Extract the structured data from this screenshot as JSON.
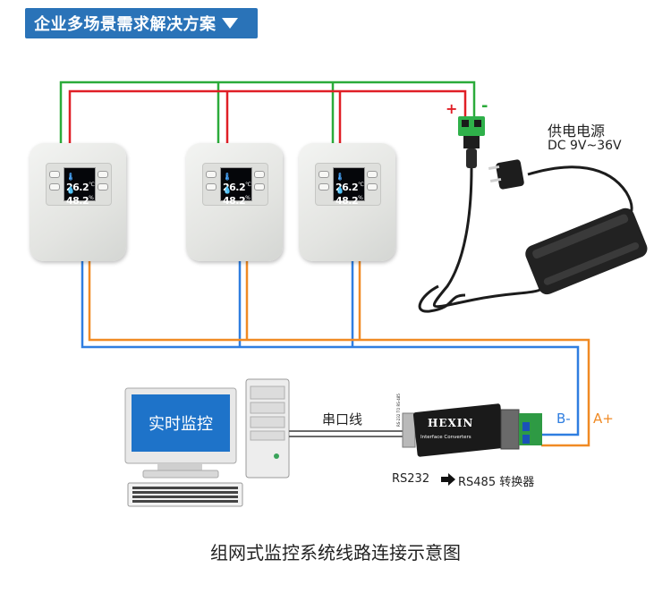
{
  "header": {
    "title": "企业多场景需求解决方案"
  },
  "power": {
    "title": "供电电源",
    "spec": "DC 9V~36V",
    "plus": "+",
    "minus": "-"
  },
  "devices": [
    {
      "temp": "26.2",
      "temp_unit": "℃",
      "humid": "48.2",
      "humid_unit": "%"
    },
    {
      "temp": "26.2",
      "temp_unit": "℃",
      "humid": "48.2",
      "humid_unit": "%"
    },
    {
      "temp": "26.2",
      "temp_unit": "℃",
      "humid": "48.2",
      "humid_unit": "%"
    }
  ],
  "computer": {
    "screen_text": "实时监控"
  },
  "serial_line": "串口线",
  "converter": {
    "brand": "HEXIN",
    "subtitle": "Interface Converters",
    "side_text": "RS-232 TO RS-485",
    "caption_left": "RS232",
    "caption_right": "RS485 转换器",
    "terminal_b": "B-",
    "terminal_a": "A+"
  },
  "caption": "组网式监控系统线路连接示意图",
  "colors": {
    "header": "#2a73b8",
    "wire_green": "#2bab3a",
    "wire_red": "#e01f26",
    "wire_blue": "#2f7ee0",
    "wire_orange": "#f08a24"
  }
}
